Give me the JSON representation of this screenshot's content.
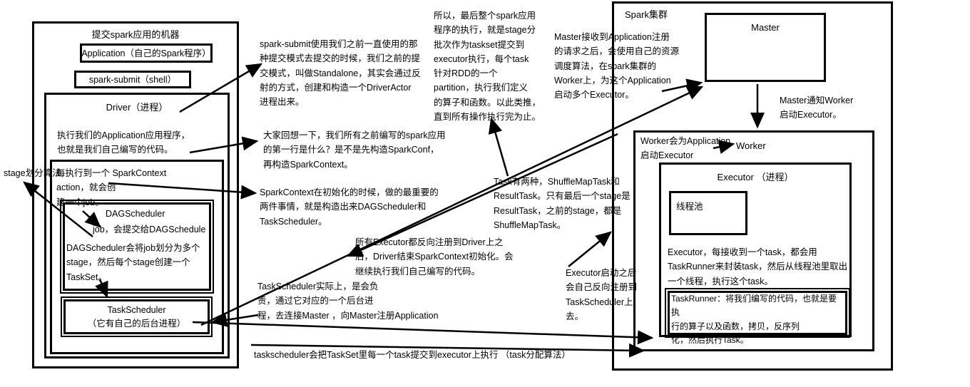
{
  "machine": {
    "title": "提交spark应用的机器",
    "application": "Application（自己的Spark程序）",
    "spark_submit": "spark-submit（shell）",
    "driver": {
      "title": "Driver（进程）",
      "desc": "执行我们的Application应用程序，\n也就是我们自己编写的代码。",
      "sparkcontext_note": "每执行到一个 SparkContext\naction，就会创\n建一个job。",
      "dagscheduler_label": "DAGScheduler",
      "job_note": "job，会提交给DAGSchedule",
      "dag_desc": "DAGScheduler会将job划分为多个\nstage，然后每个stage创建一个\nTaskSet。",
      "taskscheduler_title": "TaskScheduler",
      "taskscheduler_sub": "（它有自己的后台进程）"
    }
  },
  "labels": {
    "stage_algo": "stage划分算法"
  },
  "notes": {
    "submit_mode": "spark-submit使用我们之前一直使用的那\n种提交模式去提交的时候，我们之前的提\n交模式，叫做Standalone，其实会通过反\n射的方式，创建和构造一个DriverActor\n进程出来。",
    "recall_first_line": "大家回想一下，我们所有之前编写的spark应用\n的第一行是什么？是不是先构造SparkConf，\n再构造SparkContext。",
    "sparkcontext_init": "SparkContext在初始化的时候，做的最重要的\n两件事情，就是构造出来DAGScheduler和\nTaskScheduler。",
    "executor_register_driver": "所有Executor都反向注册到Driver上之\n后，Driver结束SparkContext初始化。会\n继续执行我们自己编写的代码。",
    "taskscheduler_register": "TaskScheduler实际上，是会负\n责，通过它对应的一个后台进\n程，去连接Master ，向Master注册Application",
    "task_submit": "taskscheduler会把TaskSet里每一个task提交到executor上执行 （task分配算法）",
    "stage_conclusion": "所以，最后整个spark应用\n程序的执行，就是stage分\n批次作为taskset提交到\nexecutor执行，每个task\n针对RDD的一个\npartition，执行我们定义\n的算子和函数。以此类推，\n直到所有操作执行完为止。",
    "task_types": "Task有两种，ShuffleMapTask和\nResultTask。只有最后一个stage是\nResultTask，之前的stage，都是\nShuffleMapTask。",
    "master_schedule": "Master接收到Application注册\n的请求之后，会使用自己的资源\n调度算法，在spark集群的\nWorker上，为这个Application\n启动多个Executor。",
    "master_notify": "Master通知Worker\n启动Executor。",
    "worker_start_executor": "Worker会为Application\n启动Executor",
    "executor_register_ts": "Executor启动之后\n会自己反向注册到\nTaskScheduler上\n去。"
  },
  "cluster": {
    "title": "Spark集群",
    "master": "Master",
    "worker": "Worker",
    "executor_title": "Executor （进程）",
    "thread_pool": "线程池",
    "executor_desc": "Executor，每接收到一个task，都会用\nTaskRunner来封装task，然后从线程池里取出\n一个线程，执行这个task。",
    "taskrunner_desc": "TaskRunner：将我们编写的代码，也就是要执\n行的算子以及函数，拷贝，反序列\n化，然后执行Task。"
  },
  "colors": {
    "ink": "#000000",
    "background": "#ffffff"
  }
}
